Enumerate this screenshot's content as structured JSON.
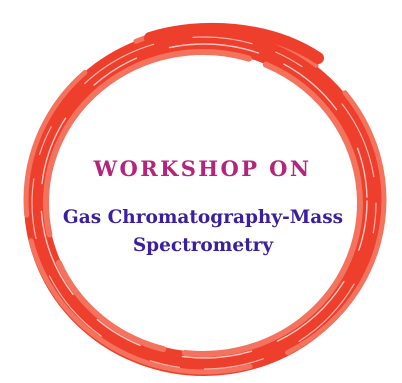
{
  "workshop": {
    "heading": "WORKSHOP ON",
    "title_line1": "Gas Chromatography-Mass",
    "title_line2": "Spectrometry"
  },
  "colors": {
    "background": "#ffffff",
    "ring": "#ee3f2c",
    "ring_light": "#f4735e",
    "heading": "#b5237a",
    "title": "#3a1fa0"
  },
  "graphics": {
    "ring_icon": "brush-circle-icon"
  }
}
